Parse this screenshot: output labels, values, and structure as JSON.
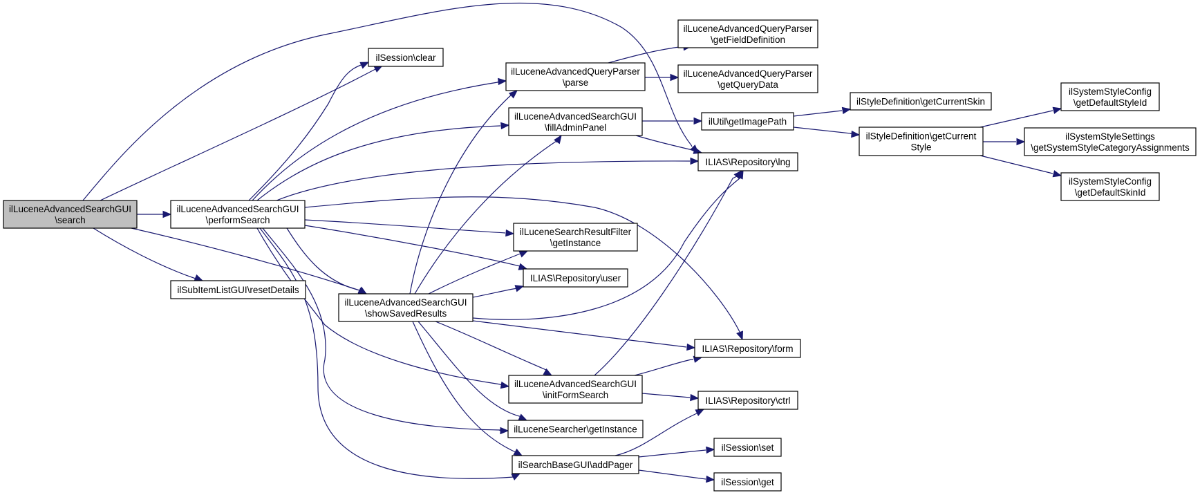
{
  "diagram": {
    "type": "call-graph",
    "colors": {
      "edge": "#191970",
      "root_fill": "#bfbfbf",
      "node_fill": "#ffffff",
      "border": "#000000"
    },
    "nodes": [
      {
        "id": "search",
        "lines": [
          "ilLuceneAdvancedSearchGUI",
          "\\search"
        ],
        "root": true
      },
      {
        "id": "performSearch",
        "lines": [
          "ilLuceneAdvancedSearchGUI",
          "\\performSearch"
        ]
      },
      {
        "id": "resetDetails",
        "lines": [
          "ilSubItemListGUI\\resetDetails"
        ]
      },
      {
        "id": "sessionClear",
        "lines": [
          "ilSession\\clear"
        ]
      },
      {
        "id": "parse",
        "lines": [
          "ilLuceneAdvancedQueryParser",
          "\\parse"
        ]
      },
      {
        "id": "fillAdminPanel",
        "lines": [
          "ilLuceneAdvancedSearchGUI",
          "\\fillAdminPanel"
        ]
      },
      {
        "id": "filterInstance",
        "lines": [
          "ilLuceneSearchResultFilter",
          "\\getInstance"
        ]
      },
      {
        "id": "user",
        "lines": [
          "ILIAS\\Repository\\user"
        ]
      },
      {
        "id": "showSavedResults",
        "lines": [
          "ilLuceneAdvancedSearchGUI",
          "\\showSavedResults"
        ]
      },
      {
        "id": "initFormSearch",
        "lines": [
          "ilLuceneAdvancedSearchGUI",
          "\\initFormSearch"
        ]
      },
      {
        "id": "searcherInstance",
        "lines": [
          "ilLuceneSearcher\\getInstance"
        ]
      },
      {
        "id": "addPager",
        "lines": [
          "ilSearchBaseGUI\\addPager"
        ]
      },
      {
        "id": "getFieldDefinition",
        "lines": [
          "ilLuceneAdvancedQueryParser",
          "\\getFieldDefinition"
        ]
      },
      {
        "id": "getQueryData",
        "lines": [
          "ilLuceneAdvancedQueryParser",
          "\\getQueryData"
        ]
      },
      {
        "id": "getImagePath",
        "lines": [
          "ilUtil\\getImagePath"
        ]
      },
      {
        "id": "lng",
        "lines": [
          "ILIAS\\Repository\\lng"
        ]
      },
      {
        "id": "form",
        "lines": [
          "ILIAS\\Repository\\form"
        ]
      },
      {
        "id": "ctrl",
        "lines": [
          "ILIAS\\Repository\\ctrl"
        ]
      },
      {
        "id": "sessionSet",
        "lines": [
          "ilSession\\set"
        ]
      },
      {
        "id": "sessionGet",
        "lines": [
          "ilSession\\get"
        ]
      },
      {
        "id": "getCurrentSkin",
        "lines": [
          "ilStyleDefinition\\getCurrentSkin"
        ]
      },
      {
        "id": "getCurrentStyle",
        "lines": [
          "ilStyleDefinition\\getCurrent",
          "Style"
        ]
      },
      {
        "id": "defaultStyleId",
        "lines": [
          "ilSystemStyleConfig",
          "\\getDefaultStyleId"
        ]
      },
      {
        "id": "categoryAssignments",
        "lines": [
          "ilSystemStyleSettings",
          "\\getSystemStyleCategoryAssignments"
        ]
      },
      {
        "id": "defaultSkinId",
        "lines": [
          "ilSystemStyleConfig",
          "\\getDefaultSkinId"
        ]
      }
    ],
    "edges": [
      {
        "from": "search",
        "to": "performSearch"
      },
      {
        "from": "search",
        "to": "resetDetails"
      },
      {
        "from": "search",
        "to": "sessionClear"
      },
      {
        "from": "search",
        "to": "lng"
      },
      {
        "from": "search",
        "to": "showSavedResults"
      },
      {
        "from": "performSearch",
        "to": "sessionClear"
      },
      {
        "from": "performSearch",
        "to": "parse"
      },
      {
        "from": "performSearch",
        "to": "fillAdminPanel"
      },
      {
        "from": "performSearch",
        "to": "lng"
      },
      {
        "from": "performSearch",
        "to": "form"
      },
      {
        "from": "performSearch",
        "to": "filterInstance"
      },
      {
        "from": "performSearch",
        "to": "user"
      },
      {
        "from": "performSearch",
        "to": "showSavedResults"
      },
      {
        "from": "performSearch",
        "to": "initFormSearch"
      },
      {
        "from": "performSearch",
        "to": "searcherInstance"
      },
      {
        "from": "performSearch",
        "to": "addPager"
      },
      {
        "from": "parse",
        "to": "getFieldDefinition"
      },
      {
        "from": "parse",
        "to": "getQueryData"
      },
      {
        "from": "fillAdminPanel",
        "to": "getImagePath"
      },
      {
        "from": "fillAdminPanel",
        "to": "lng"
      },
      {
        "from": "showSavedResults",
        "to": "parse"
      },
      {
        "from": "showSavedResults",
        "to": "fillAdminPanel"
      },
      {
        "from": "showSavedResults",
        "to": "filterInstance"
      },
      {
        "from": "showSavedResults",
        "to": "user"
      },
      {
        "from": "showSavedResults",
        "to": "lng"
      },
      {
        "from": "showSavedResults",
        "to": "form"
      },
      {
        "from": "showSavedResults",
        "to": "initFormSearch"
      },
      {
        "from": "showSavedResults",
        "to": "searcherInstance"
      },
      {
        "from": "showSavedResults",
        "to": "addPager"
      },
      {
        "from": "initFormSearch",
        "to": "lng"
      },
      {
        "from": "initFormSearch",
        "to": "form"
      },
      {
        "from": "initFormSearch",
        "to": "ctrl"
      },
      {
        "from": "addPager",
        "to": "ctrl"
      },
      {
        "from": "addPager",
        "to": "sessionSet"
      },
      {
        "from": "addPager",
        "to": "sessionGet"
      },
      {
        "from": "getImagePath",
        "to": "getCurrentSkin"
      },
      {
        "from": "getImagePath",
        "to": "getCurrentStyle"
      },
      {
        "from": "getCurrentStyle",
        "to": "defaultStyleId"
      },
      {
        "from": "getCurrentStyle",
        "to": "categoryAssignments"
      },
      {
        "from": "getCurrentStyle",
        "to": "defaultSkinId"
      }
    ]
  }
}
